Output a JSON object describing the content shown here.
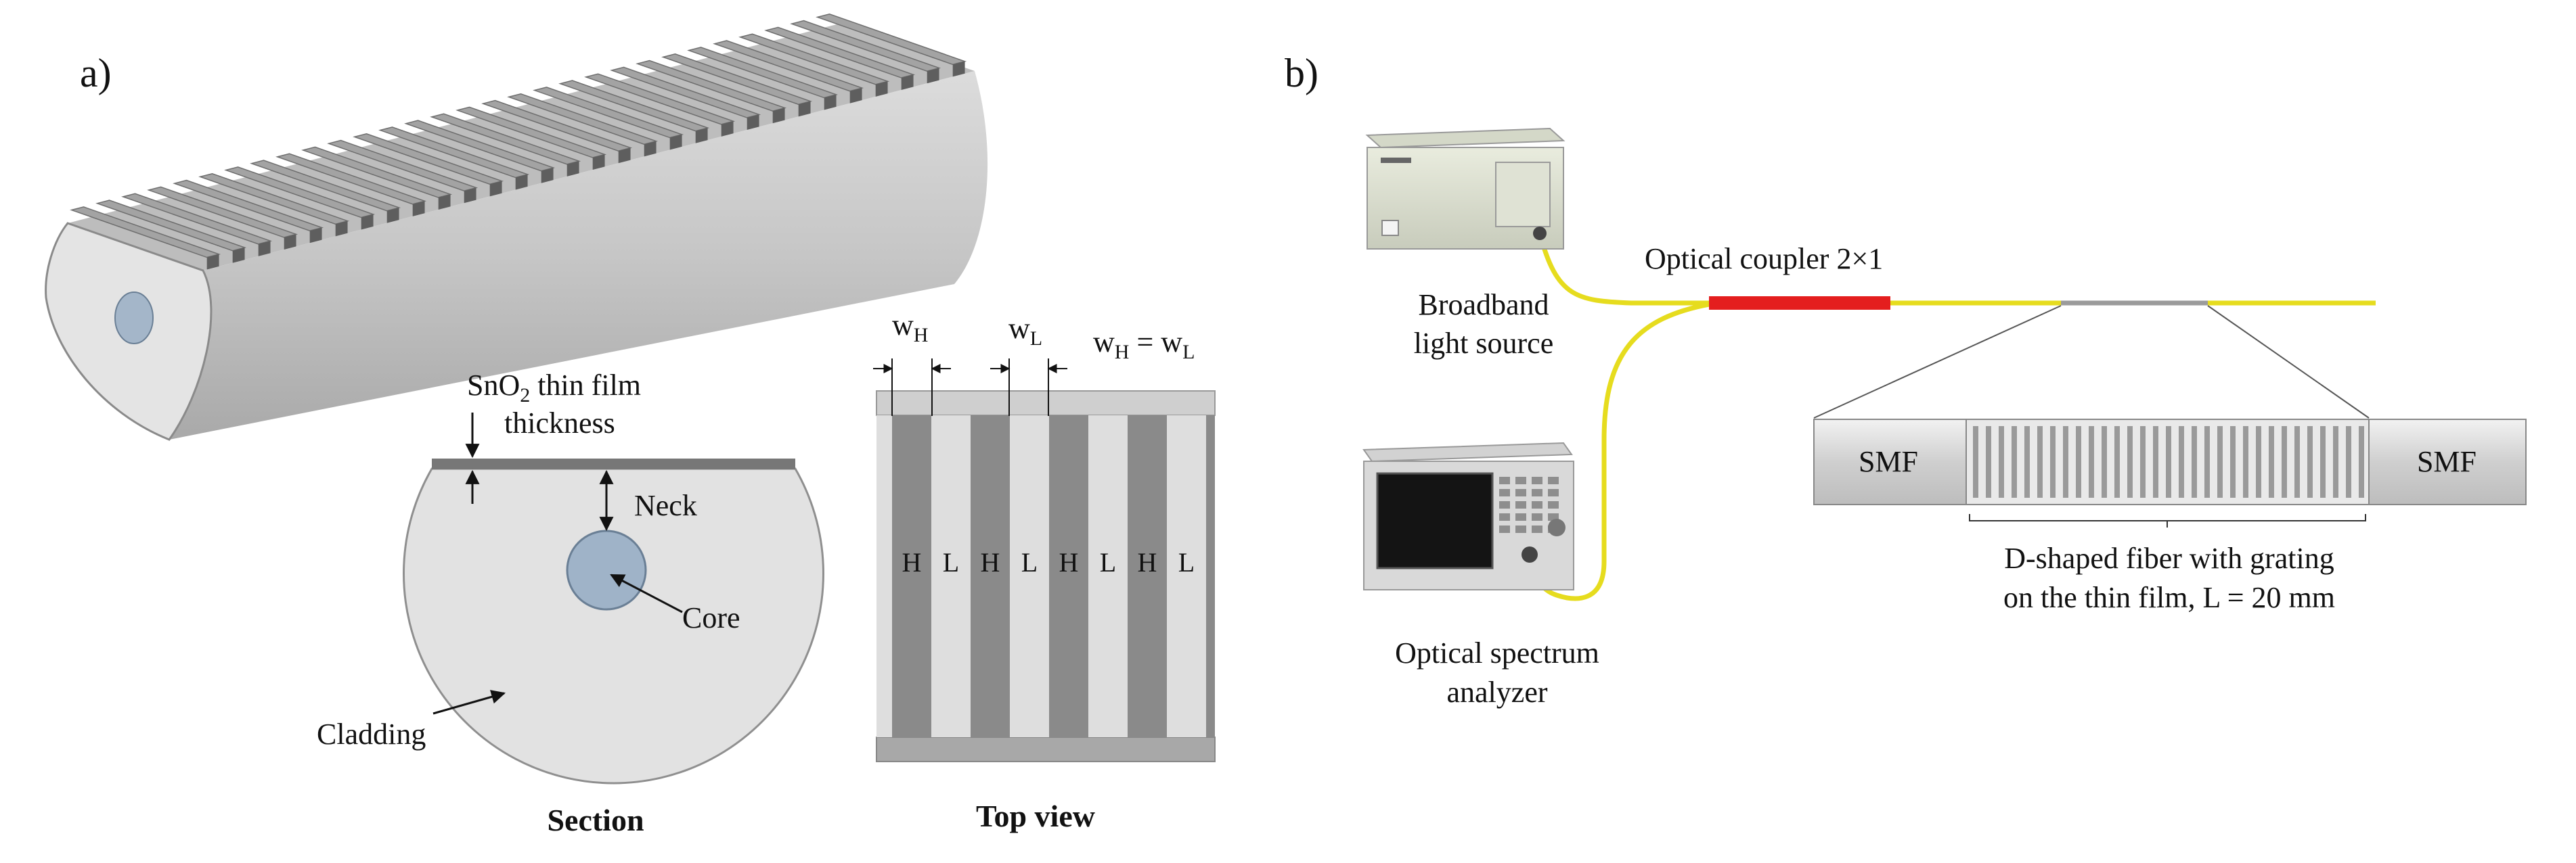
{
  "panel_a": {
    "label": "a)",
    "film_line1": "SnO",
    "film_sub": "2",
    "film_line1_rest": " thin film",
    "film_line2": "thickness",
    "neck": "Neck",
    "core": "Core",
    "cladding": "Cladding",
    "section_title": "Section",
    "top_view_title": "Top view",
    "w_letter": "w",
    "sub_h": "H",
    "sub_l": "L",
    "equals": " = ",
    "stripe_labels": [
      "H",
      "L",
      "H",
      "L",
      "H",
      "L",
      "H",
      "L"
    ]
  },
  "panel_b": {
    "label": "b)",
    "source_line1": "Broadband",
    "source_line2": "light source",
    "coupler": "Optical coupler 2×1",
    "osa_line1": "Optical spectrum",
    "osa_line2": "analyzer",
    "smf_left": "SMF",
    "smf_right": "SMF",
    "dfiber_line1": "D-shaped fiber with grating",
    "dfiber_line2": "on the thin film, L = 20 mm"
  },
  "colors": {
    "fiber_body": "#c9c9c9",
    "film": "#7a7a7a",
    "cladding": "#e2e2e2",
    "core": "#9fb3c8",
    "fiber_cable": "#e6dc1e",
    "coupler": "#e41e1e"
  }
}
